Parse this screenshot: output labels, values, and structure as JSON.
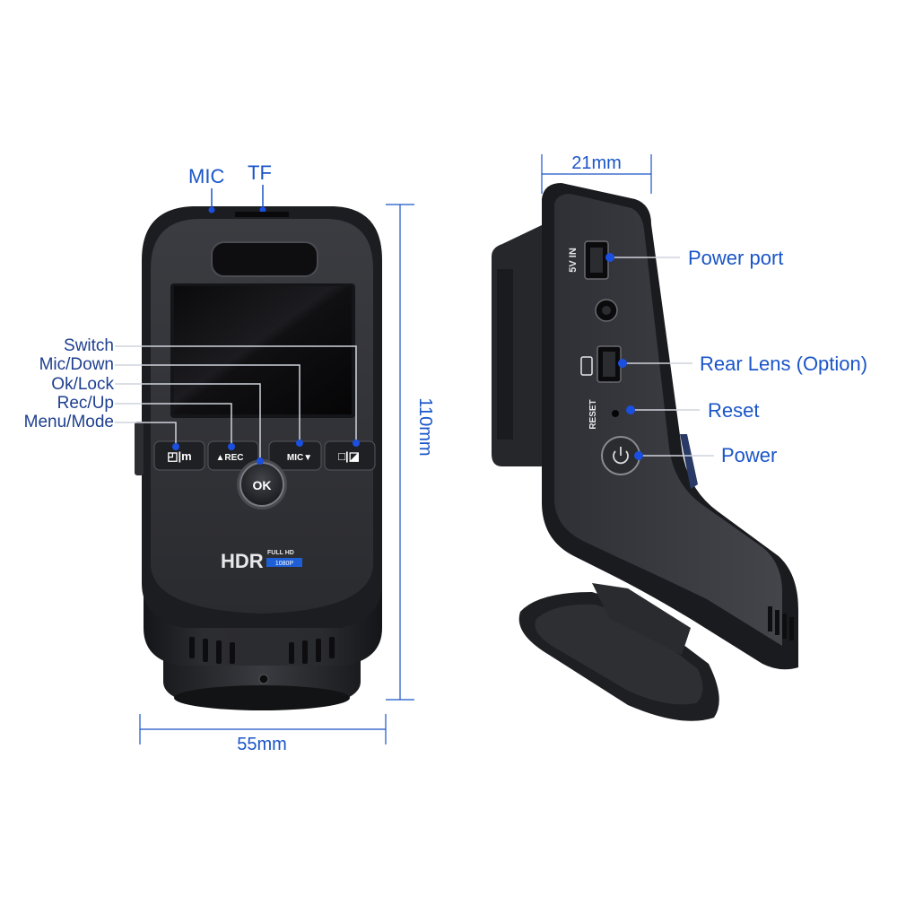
{
  "front_view": {
    "top_labels": {
      "mic": "MIC",
      "tf": "TF"
    },
    "button_labels": {
      "switch": "Switch",
      "mic_down": "Mic/Down",
      "ok_lock": "Ok/Lock",
      "rec_up": "Rec/Up",
      "menu_mode": "Menu/Mode"
    },
    "button_glyphs": {
      "menu": "◰|m",
      "rec": "▲REC",
      "ok": "OK",
      "mic": "MIC▼",
      "switch": "□|◪"
    },
    "branding": {
      "hdr": "HDR",
      "full_hd": "FULL HD",
      "resolution": "1080P"
    },
    "dimensions": {
      "width": "55mm",
      "height": "110mm"
    }
  },
  "side_view": {
    "callouts": {
      "power_port": "Power port",
      "rear_lens": "Rear Lens (Option)",
      "reset": "Reset",
      "power": "Power"
    },
    "port_markings": {
      "voltage": "5V IN",
      "reset": "RESET"
    },
    "dimensions": {
      "depth": "21mm"
    }
  },
  "colors": {
    "accent": "#1a55c8",
    "callout_dot": "#1a4fe0",
    "body_dark": "#1c1d20",
    "body_mid": "#2b2c30",
    "body_light": "#3a3b40"
  }
}
